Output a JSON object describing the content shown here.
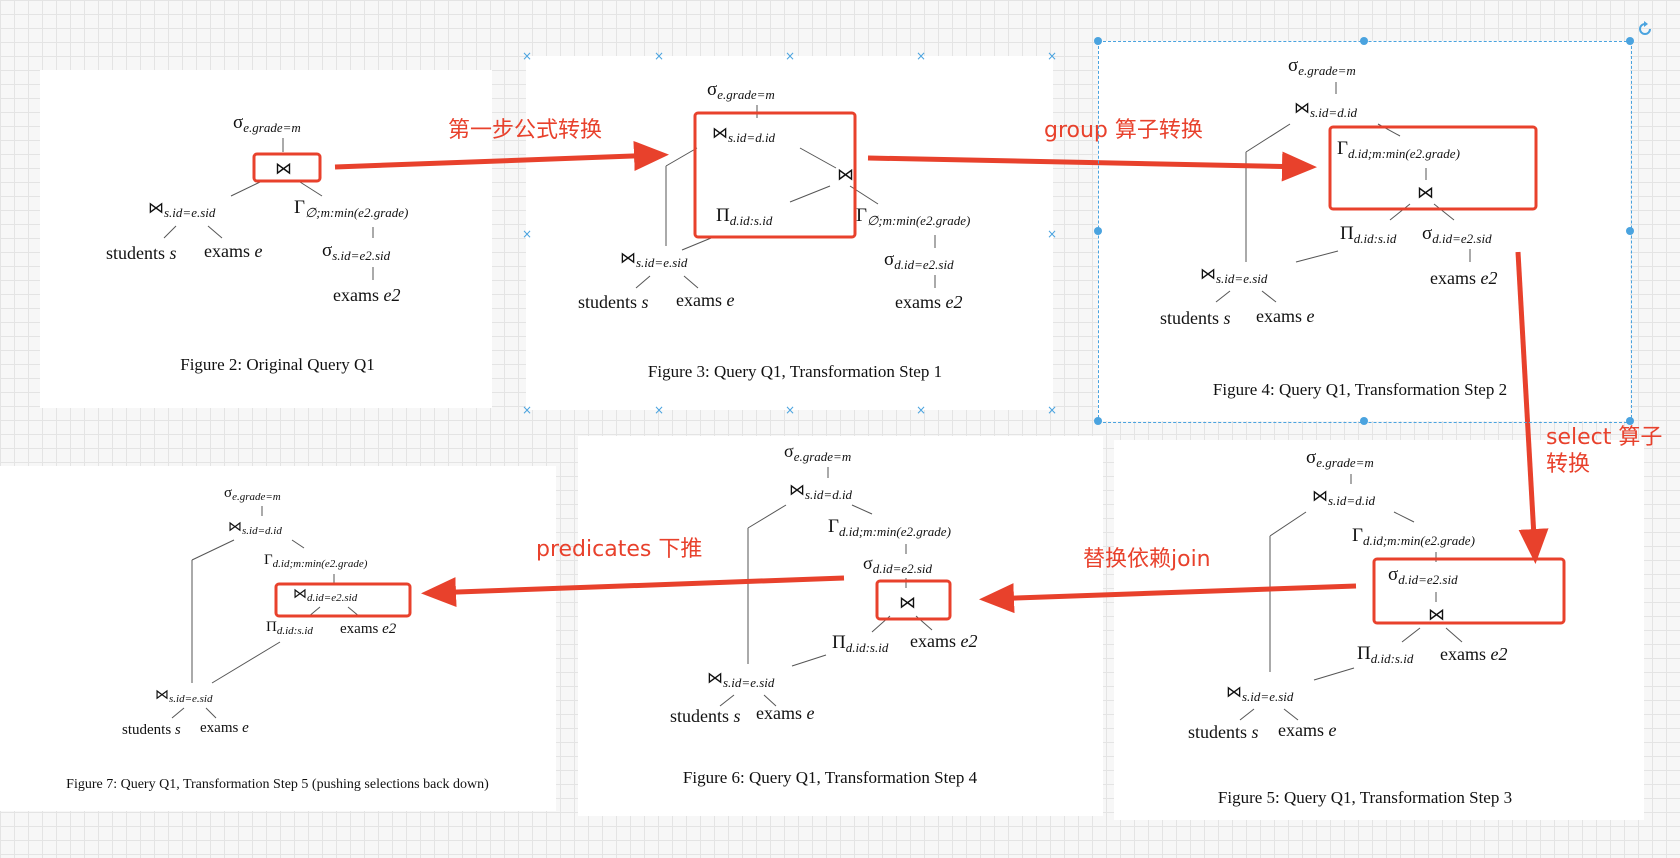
{
  "figures": {
    "fig2": {
      "caption": "Figure 2: Original Query Q1"
    },
    "fig3": {
      "caption": "Figure 3: Query Q1, Transformation Step 1"
    },
    "fig4": {
      "caption": "Figure 4: Query Q1, Transformation Step 2"
    },
    "fig5": {
      "caption": "Figure 5: Query Q1, Transformation Step 3"
    },
    "fig6": {
      "caption": "Figure 6: Query Q1, Transformation Step 4"
    },
    "fig7": {
      "caption": "Figure 7: Query Q1, Transformation Step 5 (pushing selections back down)"
    }
  },
  "symbols": {
    "select": "σ",
    "join": "⋈",
    "group": "Γ",
    "project": "Π"
  },
  "subscripts": {
    "grade": "e.grade=m",
    "join_sid_esid": "s.id=e.sid",
    "join_sid_did": "s.id=d.id",
    "group_empty": "∅;m:min(e2.grade)",
    "group_did": "d.id;m:min(e2.grade)",
    "sel_s_e2": "s.id=e2.sid",
    "sel_d_e2": "d.id=e2.sid",
    "join_d_e2": "d.id=e2.sid",
    "proj": "d.id:s.id"
  },
  "relations": {
    "students": "students",
    "s": "s",
    "exams": "exams",
    "e": "e",
    "e2": "e2"
  },
  "annotations": {
    "step1": "第一步公式转换",
    "group": "group 算子转换",
    "select_line1": "select 算子",
    "select_line2": "转换",
    "join": "替换依赖join",
    "pred": "predicates 下推"
  },
  "colors": {
    "accent": "#e8412c",
    "selection": "#4aa3df",
    "canvas_grid": "#e4e4e4"
  }
}
